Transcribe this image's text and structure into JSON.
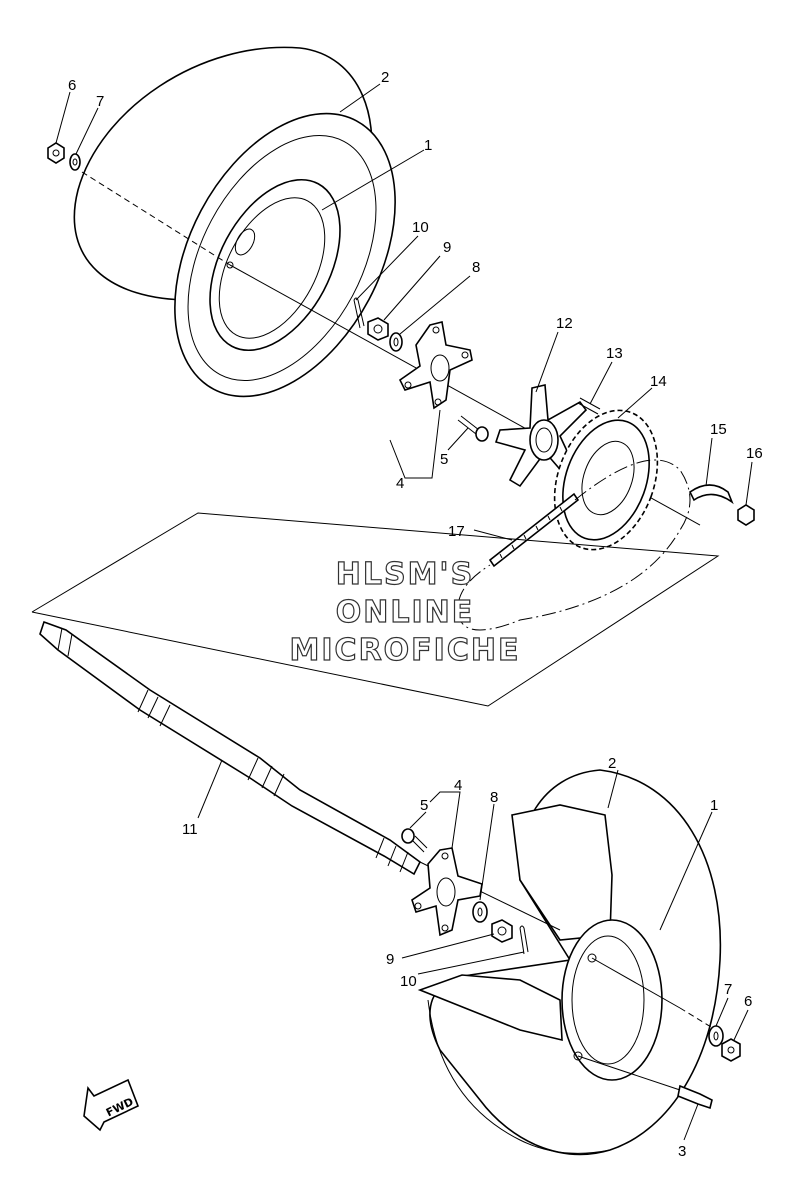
{
  "callouts": {
    "c1_top": "1",
    "c2_top": "2",
    "c4_top": "4",
    "c5_top": "5",
    "c6_top": "6",
    "c7_top": "7",
    "c8_top": "8",
    "c9_top": "9",
    "c10_top": "10",
    "c12": "12",
    "c13": "13",
    "c14": "14",
    "c15": "15",
    "c16": "16",
    "c17": "17",
    "c11": "11",
    "c1_bot": "1",
    "c2_bot": "2",
    "c3_bot": "3",
    "c4_bot": "4",
    "c5_bot": "5",
    "c6_bot": "6",
    "c7_bot": "7",
    "c8_bot": "8",
    "c9_bot": "9",
    "c10_bot": "10"
  },
  "watermark": {
    "line1": "HLSM'S",
    "line2": "ONLINE",
    "line3": "MICROFICHE"
  },
  "fwd_label": "FWD"
}
